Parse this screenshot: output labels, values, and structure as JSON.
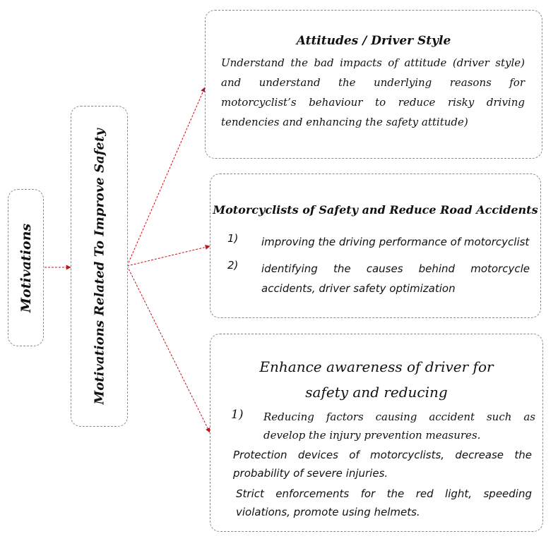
{
  "left_box": {
    "label": "Motivations"
  },
  "middle_box": {
    "label": "Motivations Related To Improve Safety"
  },
  "box1": {
    "title": "Attitudes / Driver Style",
    "body": "Understand the bad impacts of attitude (driver style) and understand the underlying reasons for motorcyclist’s behaviour to reduce risky driving tendencies and enhancing the safety attitude)"
  },
  "box2": {
    "title": "Motorcyclists of Safety and Reduce Road Accidents",
    "items": [
      {
        "num": "1)",
        "text": "improving the driving performance of motorcyclist"
      },
      {
        "num": "2)",
        "text": "identifying the causes behind motorcycle accidents, driver safety optimization"
      }
    ]
  },
  "box3": {
    "title": "Enhance awareness of driver for safety and reducing",
    "item1": {
      "num": "1)",
      "text": "Reducing factors causing accident such as develop the injury prevention measures."
    },
    "para2": "Protection devices of motorcyclists, decrease the probability of severe injuries.",
    "para3": "Strict enforcements for the red light, speeding violations, promote using helmets."
  },
  "colors": {
    "arrow": "#c0141c",
    "border": "#8a8a8a",
    "text": "#111111"
  }
}
